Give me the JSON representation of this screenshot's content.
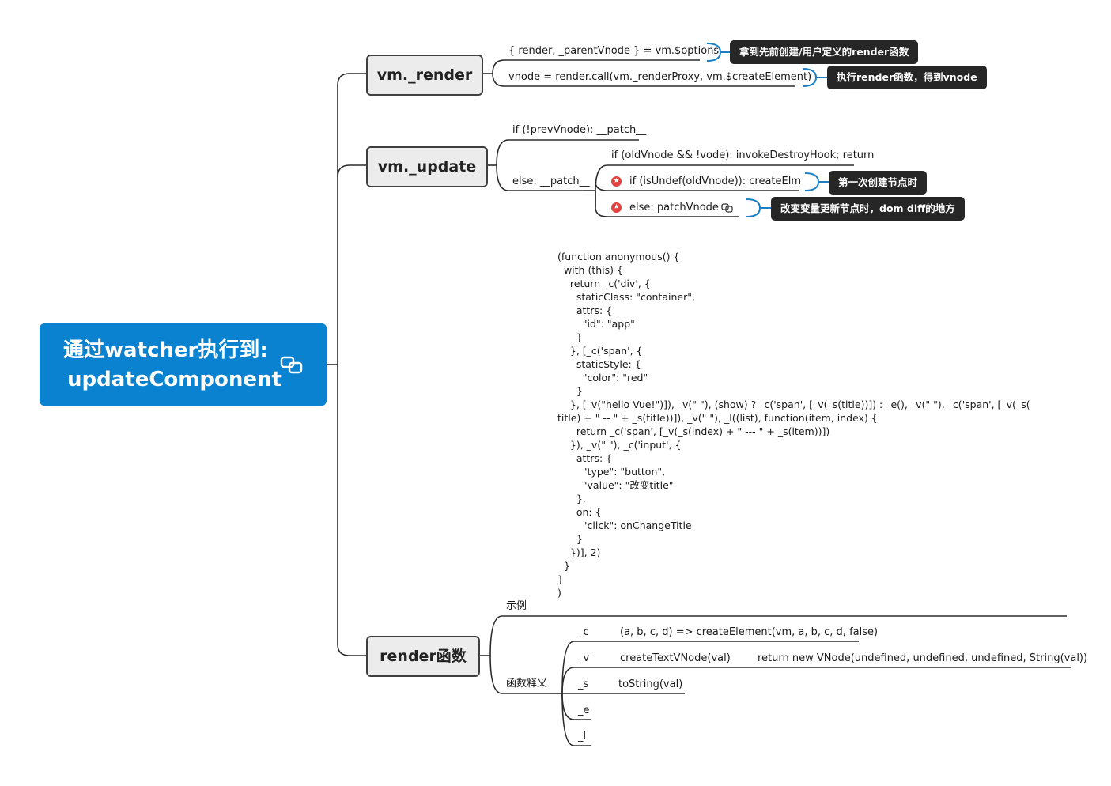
{
  "root": {
    "line1": "通过watcher执行到:",
    "line2": "updateComponent",
    "icon": "link-icon"
  },
  "vm_render": {
    "title": "vm._render",
    "children": [
      {
        "text": "{ render, _parentVnode } = vm.$options",
        "note": "拿到先前创建/用户定义的render函数"
      },
      {
        "text": "vnode = render.call(vm._renderProxy, vm.$createElement)",
        "note": "执行render函数，得到vnode"
      }
    ]
  },
  "vm_update": {
    "title": "vm._update",
    "if_branch": "if (!prevVnode): __patch__",
    "else_branch": "else: __patch__",
    "else_children": [
      {
        "text": "if (oldVnode && !vode): invokeDestroyHook; return"
      },
      {
        "text": "if (isUndef(oldVnode)): createElm",
        "marker": "star-icon",
        "note": "第一次创建节点时"
      },
      {
        "text": "else: patchVnode",
        "marker": "star-icon",
        "icon": "link-icon",
        "note": "改变变量更新节点时，dom diff的地方"
      }
    ]
  },
  "render_fn": {
    "title": "render函数",
    "example_label": "示例",
    "example_code": "(function anonymous() {\n  with (this) {\n    return _c('div', {\n      staticClass: \"container\",\n      attrs: {\n        \"id\": \"app\"\n      }\n    }, [_c('span', {\n      staticStyle: {\n        \"color\": \"red\"\n      }\n    }, [_v(\"hello Vue!\")]), _v(\" \"), (show) ? _c('span', [_v(_s(title))]) : _e(), _v(\" \"), _c('span', [_v(_s(\ntitle) + \" -- \" + _s(title))]), _v(\" \"), _l((list), function(item, index) {\n      return _c('span', [_v(_s(index) + \" --- \" + _s(item))])\n    }), _v(\" \"), _c('input', {\n      attrs: {\n        \"type\": \"button\",\n        \"value\": \"改变title\"\n      },\n      on: {\n        \"click\": onChangeTitle\n      }\n    })], 2)\n  }\n}\n)",
    "explain_label": "函数释义",
    "functions": [
      {
        "name": "_c",
        "desc": "(a, b, c, d) => createElement(vm, a, b, c, d, false)"
      },
      {
        "name": "_v",
        "desc": "createTextVNode(val)",
        "detail": "return new VNode(undefined, undefined, undefined, String(val))"
      },
      {
        "name": "_s",
        "desc": "toString(val)"
      },
      {
        "name": "_e"
      },
      {
        "name": "_l"
      }
    ]
  },
  "colors": {
    "root_bg": "#0a82cf",
    "branch_bg": "#ececec",
    "note_bg": "#262626",
    "bracket": "#1a7fc4",
    "star": "#e0433f",
    "line": "#2b2b2b"
  }
}
